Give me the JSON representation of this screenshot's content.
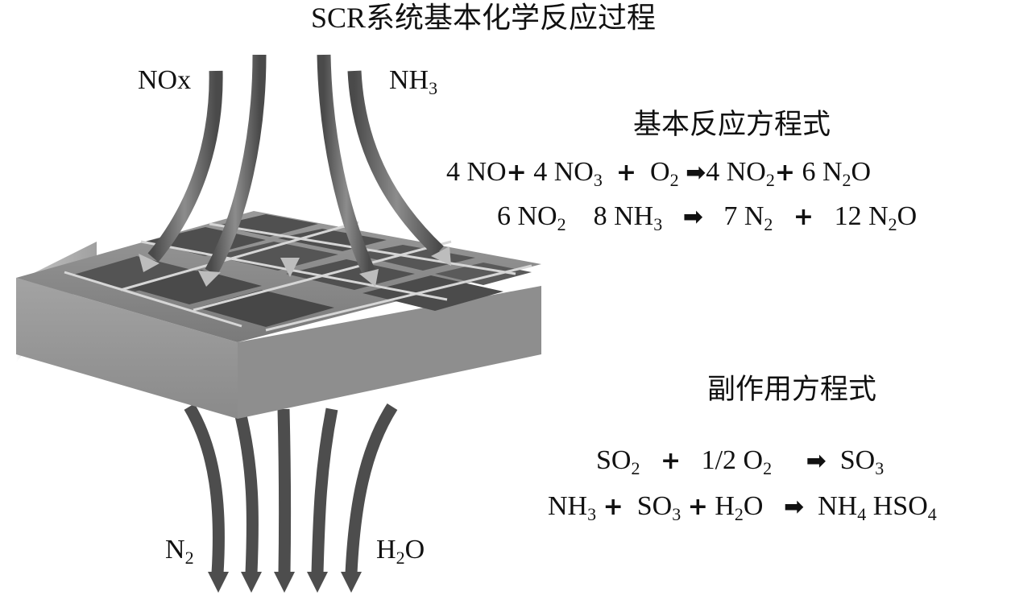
{
  "title": "SCR系统基本化学反应过程",
  "inputs": {
    "nox": "NOx",
    "nh3_main": "NH",
    "nh3_sub": "3"
  },
  "outputs": {
    "n2_main": "N",
    "n2_sub": "2",
    "h2o_h": "H",
    "h2o_sub": "2",
    "h2o_o": "O"
  },
  "basic": {
    "heading": "基本反应方程式",
    "eq1": {
      "t1": "4 NO",
      "t2": "4 NO",
      "t2s": "3",
      "t3": "O",
      "t3s": "2",
      "t4": "4 NO",
      "t4s": "2",
      "t5": "6 N",
      "t5s": "2",
      "t5b": "O"
    },
    "eq2": {
      "t1": "6 NO",
      "t1s": "2",
      "t2": "8 NH",
      "t2s": "3",
      "t3": "7 N",
      "t3s": "2",
      "t4": "12 N",
      "t4s": "2",
      "t4b": "O"
    }
  },
  "side": {
    "heading": "副作用方程式",
    "eq1": {
      "t1": "SO",
      "t1s": "2",
      "t2": "1/2 O",
      "t2s": "2",
      "t3": "SO",
      "t3s": "3"
    },
    "eq2": {
      "t1": "NH",
      "t1s": "3",
      "t2": "SO",
      "t2s": "3",
      "t3": "H",
      "t3s": "2",
      "t3b": "O",
      "t4": "NH",
      "t4s": "4",
      "t4b": " HSO",
      "t4c": "4"
    }
  },
  "symbols": {
    "plus": "+",
    "arrow": "➡"
  },
  "colors": {
    "arrow_dark": "#5a5a5a",
    "arrow_light": "#bdbdbd",
    "grid_top": "#8a8a8a",
    "grid_front": "#9a9a9a",
    "cell_dark": "#4f4f4f"
  }
}
